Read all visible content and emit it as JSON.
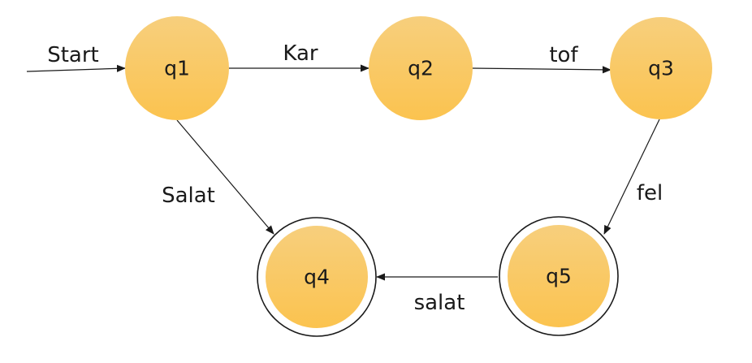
{
  "diagram": {
    "colors": {
      "state_fill_top": "#f7cf7d",
      "state_fill_bottom": "#fbc34f",
      "stroke": "#1a1a1a",
      "background": "#ffffff"
    },
    "start_label": "Start",
    "states": [
      {
        "id": "q1",
        "label": "q1",
        "accepting": false
      },
      {
        "id": "q2",
        "label": "q2",
        "accepting": false
      },
      {
        "id": "q3",
        "label": "q3",
        "accepting": false
      },
      {
        "id": "q4",
        "label": "q4",
        "accepting": true
      },
      {
        "id": "q5",
        "label": "q5",
        "accepting": true
      }
    ],
    "transitions": [
      {
        "from": "q1",
        "to": "q2",
        "label": "Kar"
      },
      {
        "from": "q2",
        "to": "q3",
        "label": "tof"
      },
      {
        "from": "q1",
        "to": "q4",
        "label": "Salat"
      },
      {
        "from": "q3",
        "to": "q5",
        "label": "fel"
      },
      {
        "from": "q5",
        "to": "q4",
        "label": "salat"
      }
    ]
  }
}
